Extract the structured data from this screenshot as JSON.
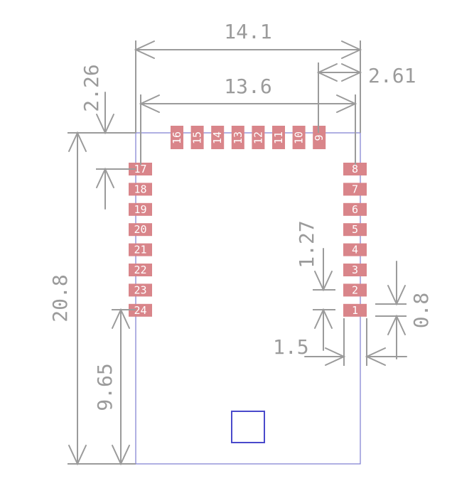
{
  "dimensions": {
    "overall_width": "14.1",
    "pad_span": "13.6",
    "right_offset": "2.61",
    "top_offset": "2.26",
    "pitch": "1.27",
    "pad_width": "1.5",
    "pad_height": "0.8",
    "overall_height": "20.8",
    "lower_height": "9.65"
  },
  "pads": {
    "top": [
      "16",
      "15",
      "14",
      "13",
      "12",
      "11",
      "10",
      "9"
    ],
    "left": [
      "17",
      "18",
      "19",
      "20",
      "21",
      "22",
      "23",
      "24"
    ],
    "right": [
      "8",
      "7",
      "6",
      "5",
      "4",
      "3",
      "2",
      "1"
    ]
  },
  "colors": {
    "dimension": "#9b9b9b",
    "outline": "#7b7bd0",
    "pad": "#d9858a",
    "fiducial": "#4a4acb"
  }
}
